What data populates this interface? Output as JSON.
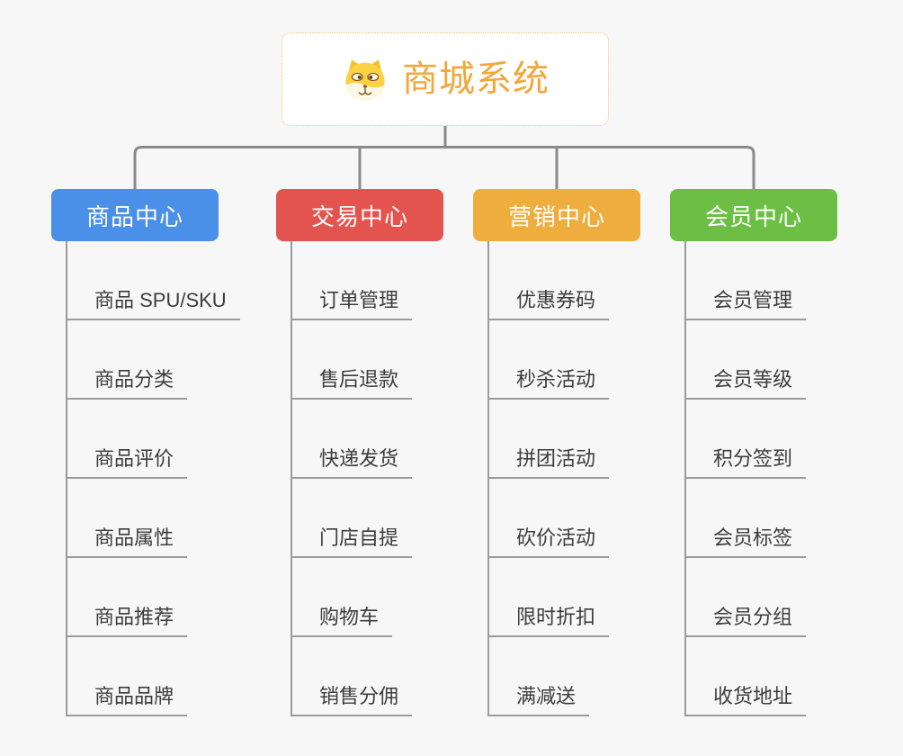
{
  "root": {
    "title": "商城系统",
    "icon": "dog-face-icon",
    "title_color": "#f0a73c",
    "border_color": "#f2c169"
  },
  "connector_color": "#8a8a8a",
  "underline_color": "#9b9b9b",
  "background_color": "#f7f7f7",
  "branches": [
    {
      "label": "商品中心",
      "color": "#4a8fe8",
      "items": [
        "商品 SPU/SKU",
        "商品分类",
        "商品评价",
        "商品属性",
        "商品推荐",
        "商品品牌"
      ]
    },
    {
      "label": "交易中心",
      "color": "#e4544f",
      "items": [
        "订单管理",
        "售后退款",
        "快递发货",
        "门店自提",
        "购物车",
        "销售分佣"
      ]
    },
    {
      "label": "营销中心",
      "color": "#efad3e",
      "items": [
        "优惠券码",
        "秒杀活动",
        "拼团活动",
        "砍价活动",
        "限时折扣",
        "满减送"
      ]
    },
    {
      "label": "会员中心",
      "color": "#6dbe45",
      "items": [
        "会员管理",
        "会员等级",
        "积分签到",
        "会员标签",
        "会员分组",
        "收货地址"
      ]
    }
  ]
}
